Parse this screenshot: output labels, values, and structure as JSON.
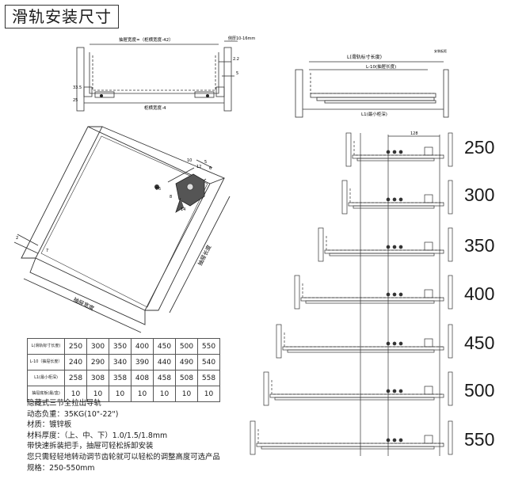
{
  "title": "滑轨安装尺寸",
  "top_left": {
    "inner_width": "抽屉宽度=（柜横宽度-42）",
    "cabinet_width": "柜横宽度-4",
    "side_thickness": "侧厚10-16mm",
    "dim_a": "2.2",
    "dim_b": "5",
    "dim_c": "33.5",
    "dim_d": "25"
  },
  "top_right": {
    "rail_length": "L(滑轨标寸长度)",
    "drawer_length": "L-10(抽屉长度)",
    "min_depth": "L1(最小柜深)",
    "small_tag": "安装板距"
  },
  "iso": {
    "drawer_width": "抽屉宽度",
    "drawer_length": "抽屉长度",
    "dim_2": "2",
    "dim_7": "7",
    "dim_6": "6",
    "dim_5": "5",
    "dim_10": "10",
    "dim_12": "12",
    "dim_phi": "Φ6",
    "dim_14": "14",
    "dim_8": "8"
  },
  "table": {
    "rows": [
      {
        "label": "L(滑轨标寸长度)",
        "values": [
          "250",
          "300",
          "350",
          "400",
          "450",
          "500",
          "550"
        ]
      },
      {
        "label": "L-10（抽屉长度）",
        "values": [
          "240",
          "290",
          "340",
          "390",
          "440",
          "490",
          "540"
        ]
      },
      {
        "label": "L1(最小柜深)",
        "values": [
          "258",
          "308",
          "358",
          "408",
          "458",
          "508",
          "558"
        ]
      },
      {
        "label": "抽屉底板(最/盒)",
        "values": [
          "10",
          "10",
          "10",
          "10",
          "10",
          "10",
          "10"
        ]
      }
    ]
  },
  "specs": [
    "隐藏式三节全拉出导轨",
    "动态负重：35KG(10\"-22\")",
    "材质：镀锌板",
    "材料厚度：（上、中、下）1.0/1.5/1.8mm",
    "带快速拆装把手，抽屉可轻松拆卸安装",
    "您只需轻轻地转动调节齿轮就可以轻松的调整高度可选产品",
    "规格：250-550mm"
  ],
  "right_stack": {
    "top_dim": "128",
    "sizes": [
      "250",
      "300",
      "350",
      "400",
      "450",
      "500",
      "550"
    ]
  }
}
